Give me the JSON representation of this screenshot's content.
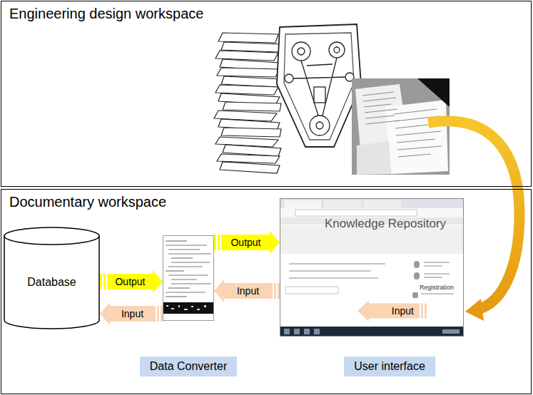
{
  "diagram": {
    "nodes": [
      {
        "text": [
          "Engineering design workspace"
        ]
      },
      {
        "text": [
          "Documentary workspace"
        ]
      },
      {
        "text": [
          "Database"
        ],
        "in": 1
      },
      {
        "text": [
          "Data Converter"
        ],
        "in": 1
      },
      {
        "text": [
          "User interface"
        ],
        "in": 1
      }
    ],
    "edges": [
      {
        "from": 3,
        "to": 4,
        "arrow": "to",
        "label": "Output"
      },
      {
        "from": 2,
        "to": 3,
        "arrow": "to",
        "label": "Output"
      },
      {
        "from": 4,
        "to": 3,
        "arrow": "to",
        "label": "Input"
      },
      {
        "from": 3,
        "to": 2,
        "arrow": "to",
        "label": "Input"
      }
    ],
    "labels": [
      "Knowledge Repository",
      "Registration",
      "Input"
    ]
  }
}
